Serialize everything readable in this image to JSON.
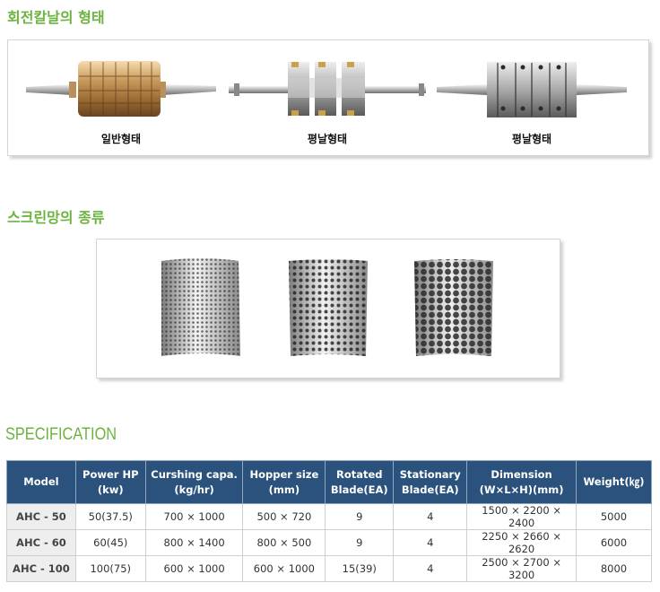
{
  "section1": {
    "title": "회전칼날의 형태",
    "items": [
      {
        "caption": "일반형태"
      },
      {
        "caption": "평날형태"
      },
      {
        "caption": "평날형태"
      }
    ]
  },
  "section2": {
    "title": "스크린망의 종류"
  },
  "spec": {
    "title": "SPECIFICATION",
    "headers": [
      [
        "Model",
        ""
      ],
      [
        "Power HP",
        "(kw)"
      ],
      [
        "Curshing capa.",
        "(kg/hr)"
      ],
      [
        "Hopper size",
        "(mm)"
      ],
      [
        "Rotated",
        "Blade(EA)"
      ],
      [
        "Stationary",
        "Blade(EA)"
      ],
      [
        "Dimension",
        "(W×L×H)(mm)"
      ],
      [
        "Weight(㎏)",
        ""
      ]
    ],
    "rows": [
      [
        "AHC - 50",
        "50(37.5)",
        "700 × 1000",
        "500 × 720",
        "9",
        "4",
        "1500 × 2200 × 2400",
        "5000"
      ],
      [
        "AHC - 60",
        "60(45)",
        "800 × 1400",
        "800 × 500",
        "9",
        "4",
        "2250 × 2660 × 2620",
        "6000"
      ],
      [
        "AHC - 100",
        "100(75)",
        "600 × 1000",
        "600 × 1000",
        "15(39)",
        "4",
        "2500 × 2700 × 3200",
        "8000"
      ]
    ]
  }
}
